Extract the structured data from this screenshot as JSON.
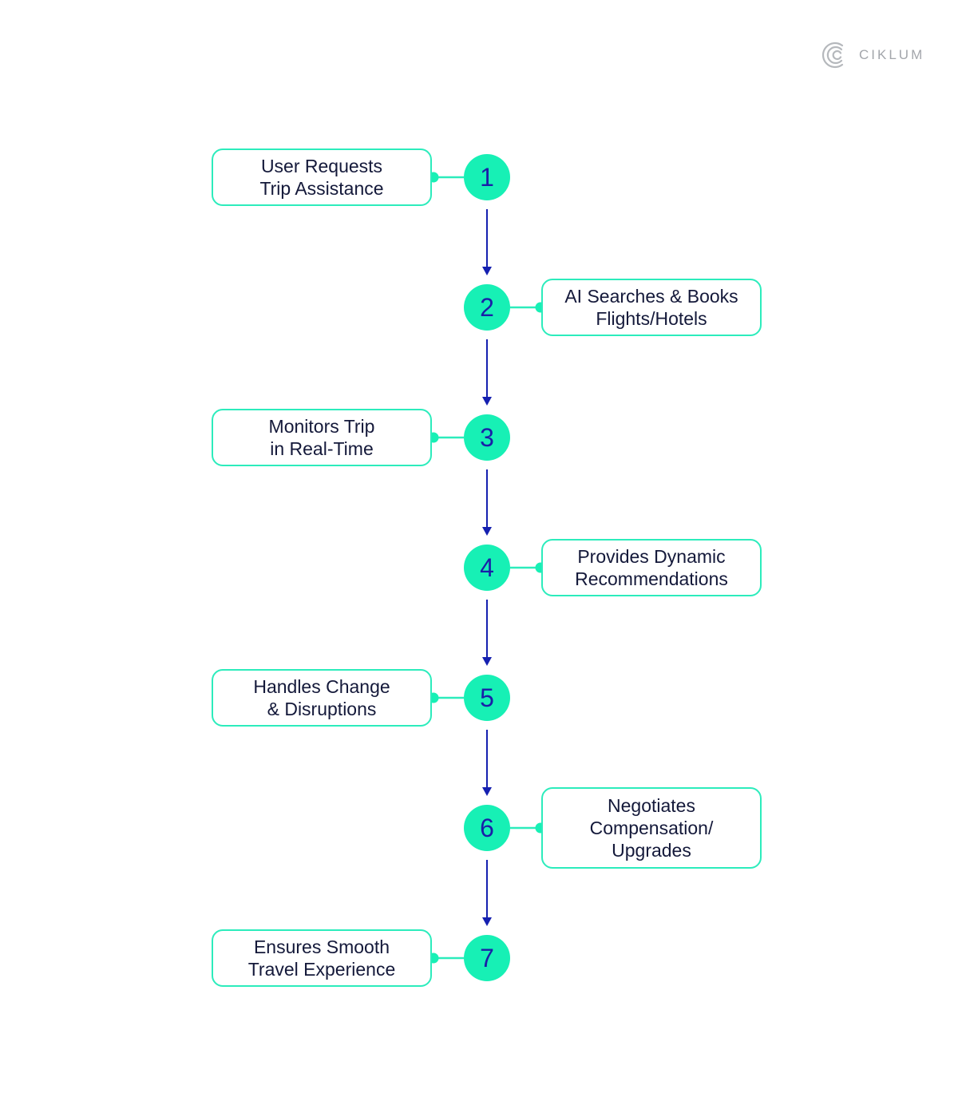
{
  "brand": {
    "name": "CIKLUM",
    "logo_icon": "ciklum-c-logo-icon",
    "text_color": "#a3a6ab"
  },
  "colors": {
    "accent": "#17f0b5",
    "box_border": "#2cecbc",
    "arrow": "#1520b0",
    "number": "#1a1fa8",
    "label": "#14193a"
  },
  "steps": [
    {
      "number": "1",
      "label": "User Requests\nTrip Assistance",
      "side": "left"
    },
    {
      "number": "2",
      "label": "AI Searches & Books\nFlights/Hotels",
      "side": "right"
    },
    {
      "number": "3",
      "label": "Monitors Trip\nin Real-Time",
      "side": "left"
    },
    {
      "number": "4",
      "label": "Provides Dynamic\nRecommendations",
      "side": "right"
    },
    {
      "number": "5",
      "label": "Handles Change\n& Disruptions",
      "side": "left"
    },
    {
      "number": "6",
      "label": "Negotiates\nCompensation/\nUpgrades",
      "side": "right"
    },
    {
      "number": "7",
      "label": "Ensures Smooth\nTravel Experience",
      "side": "left"
    }
  ]
}
